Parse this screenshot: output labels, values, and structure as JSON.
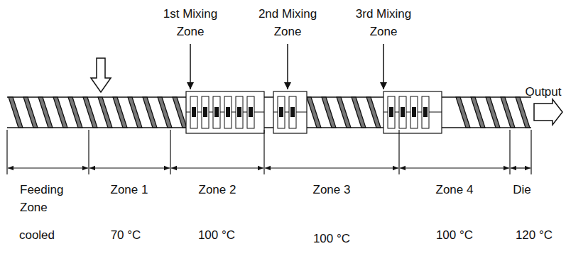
{
  "diagram": {
    "labels": [
      "1st Mixing Zone",
      "2nd Mixing Zone",
      "3rd Mixing Zone",
      "Output",
      "Feeding Zone",
      "Zone 1",
      "Zone 2",
      "Zone 3",
      "Zone 4",
      "Die",
      "cooled",
      "70 °C",
      "100 °C",
      "100 °C",
      "100 °C",
      "120 °C"
    ]
  }
}
